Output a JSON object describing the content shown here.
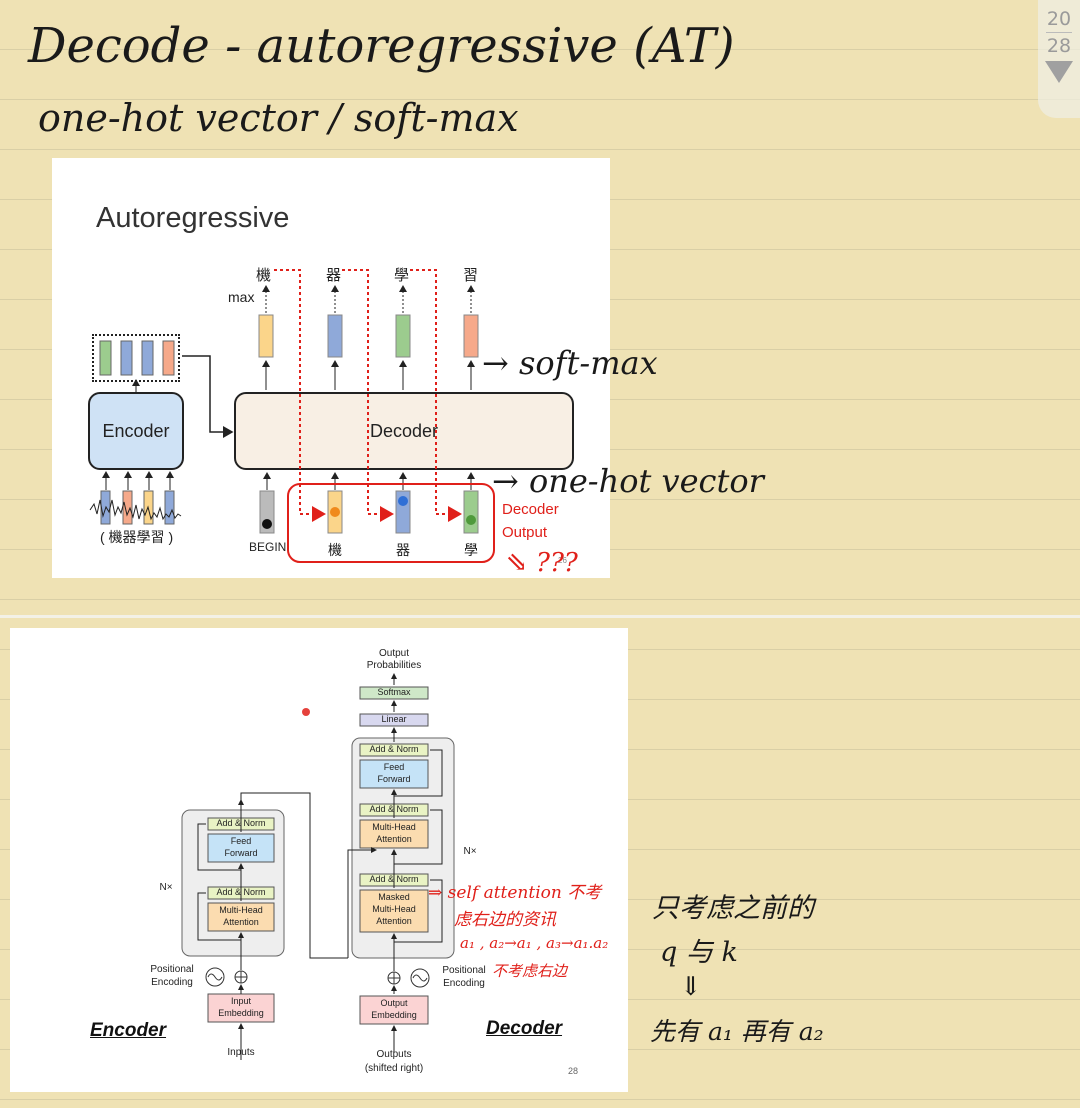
{
  "pager": {
    "current": "20",
    "total": "28"
  },
  "notes": {
    "title_line": "Decode  -  autoregressive (AT)",
    "subtitle_line": "one-hot vector   /   soft-max",
    "softmax_annotation": "→ soft-max",
    "onehot_annotation": "→ one-hot vector",
    "question_marks": "⇘ ???",
    "self_attention_note_1": "⇒ self attention 不考",
    "self_attention_note_2": "虑右边的资讯",
    "self_attention_note_3": "a₁ , a₂→a₁ , a₃→a₁.a₂",
    "self_attention_note_4": "不考虑右边",
    "right_note_1": "只考虑之前的",
    "right_note_2": "q 与 k",
    "right_note_3": "⇓",
    "right_note_4": "先有 a₁ 再有 a₂"
  },
  "slide1": {
    "heading": "Autoregressive",
    "encoder_label": "Encoder",
    "decoder_label": "Decoder",
    "max_label": "max",
    "outputs": [
      "機",
      "器",
      "學",
      "習"
    ],
    "begin_label": "BEGIN",
    "inputs": [
      "機",
      "器",
      "學"
    ],
    "audio_caption": "( 機器學習 )",
    "decoder_output_line1": "Decoder",
    "decoder_output_line2": "Output",
    "page_num": "26",
    "colors": {
      "yellow": "#fbd58a",
      "blue": "#8fa9d9",
      "green": "#9ccc8e",
      "orange": "#f6a98a",
      "red": "#e0201a"
    }
  },
  "slide2": {
    "output_probabilities_1": "Output",
    "output_probabilities_2": "Probabilities",
    "softmax": "Softmax",
    "linear": "Linear",
    "add_norm": "Add & Norm",
    "feed_forward_1": "Feed",
    "feed_forward_2": "Forward",
    "multi_head_1": "Multi-Head",
    "multi_head_2": "Attention",
    "masked": "Masked",
    "nx": "N×",
    "positional_encoding_1": "Positional",
    "positional_encoding_2": "Encoding",
    "input_embedding_1": "Input",
    "input_embedding_2": "Embedding",
    "output_embedding_1": "Output",
    "output_embedding_2": "Embedding",
    "inputs": "Inputs",
    "outputs_1": "Outputs",
    "outputs_2": "(shifted right)",
    "encoder_caption": "Encoder",
    "decoder_caption": "Decoder",
    "page_num": "28"
  }
}
